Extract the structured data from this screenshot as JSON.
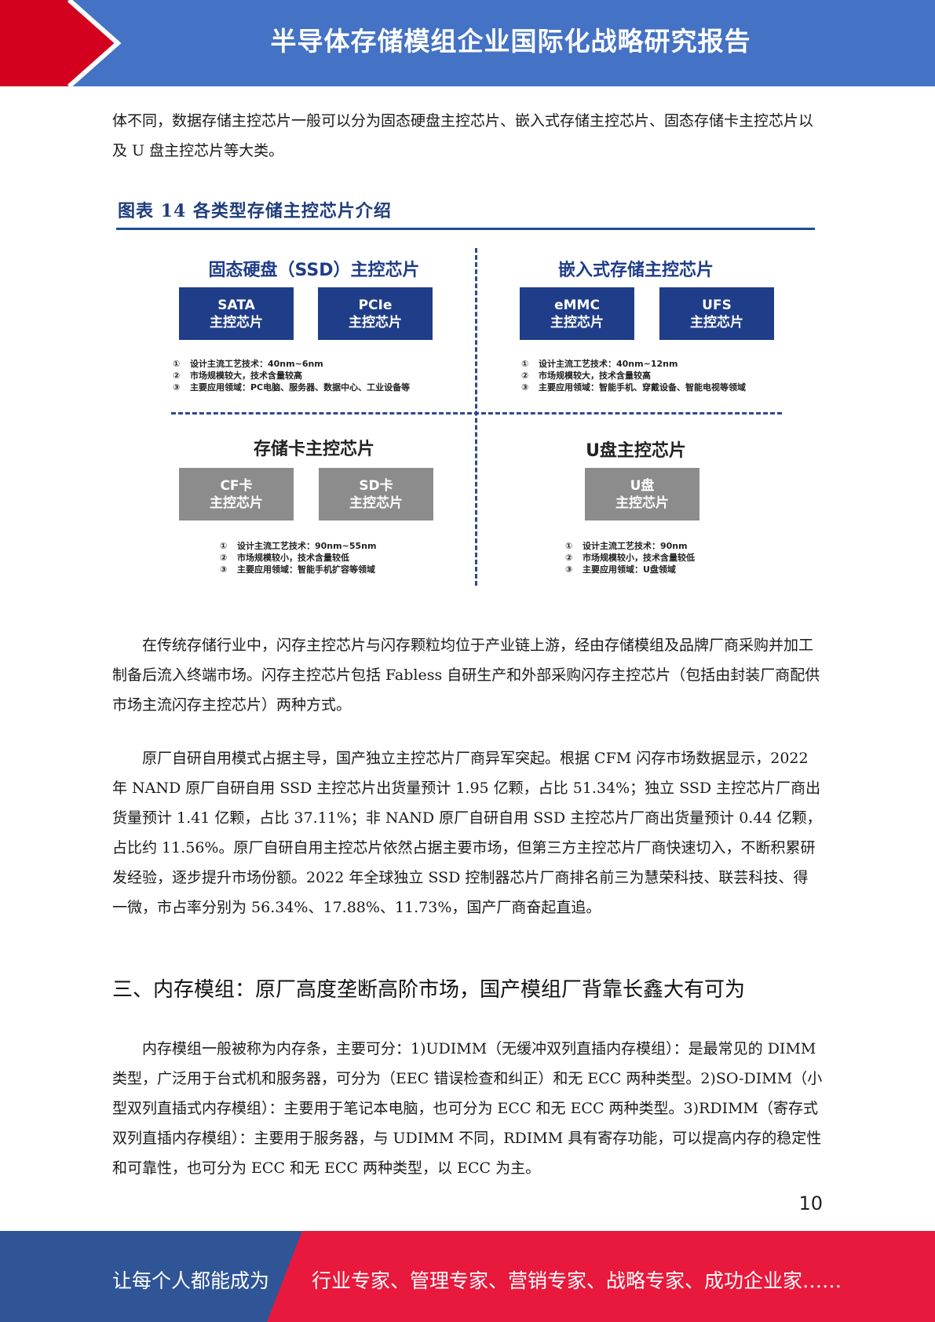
{
  "header": {
    "title": "半导体存储模组企业国际化战略研究报告"
  },
  "paragraphs": {
    "intro": "体不同，数据存储主控芯片一般可以分为固态硬盘主控芯片、嵌入式存储主控芯片、固态存储卡主控芯片以及 U 盘主控芯片等大类。",
    "p1": "在传统存储行业中，闪存主控芯片与闪存颗粒均位于产业链上游，经由存储模组及品牌厂商采购并加工制备后流入终端市场。闪存主控芯片包括 Fabless 自研生产和外部采购闪存主控芯片（包括由封装厂商配供市场主流闪存主控芯片）两种方式。",
    "p2": "原厂自研自用模式占据主导，国产独立主控芯片厂商异军突起。根据 CFM 闪存市场数据显示，2022 年 NAND 原厂自研自用 SSD 主控芯片出货量预计 1.95 亿颗，占比 51.34%；独立 SSD 主控芯片厂商出货量预计 1.41 亿颗，占比 37.11%；非 NAND 原厂自研自用 SSD 主控芯片厂商出货量预计 0.44 亿颗，占比约 11.56%。原厂自研自用主控芯片依然占据主要市场，但第三方主控芯片厂商快速切入，不断积累研发经验，逐步提升市场份额。2022 年全球独立 SSD 控制器芯片厂商排名前三为慧荣科技、联芸科技、得一微，市占率分别为 56.34%、17.88%、11.73%，国产厂商奋起直追。",
    "p3": "内存模组一般被称为内存条，主要可分：1)UDIMM（无缓冲双列直插内存模组）：是最常见的 DIMM 类型，广泛用于台式机和服务器，可分为（EEC 错误检查和纠正）和无 ECC 两种类型。2)SO-DIMM（小型双列直插式内存模组）：主要用于笔记本电脑，也可分为 ECC 和无 ECC 两种类型。3)RDIMM（寄存式双列直插内存模组）：主要用于服务器，与 UDIMM 不同，RDIMM 具有寄存功能，可以提高内存的稳定性和可靠性，也可分为 ECC 和无 ECC 两种类型，以 ECC 为主。"
  },
  "figure": {
    "caption": "图表 14   各类型存储主控芯片介绍",
    "quadrants": [
      {
        "title": "固态硬盘（SSD）主控芯片",
        "chips": [
          {
            "line1": "SATA",
            "line2": "主控芯片"
          },
          {
            "line1": "PCIe",
            "line2": "主控芯片"
          }
        ],
        "notes": [
          {
            "num": "①",
            "text": "设计主流工艺技术：40nm~6nm"
          },
          {
            "num": "②",
            "text": "市场规模较大，技术含量较高"
          },
          {
            "num": "③",
            "text": "主要应用领域：PC电脑、服务器、数据中心、工业设备等"
          }
        ]
      },
      {
        "title": "嵌入式存储主控芯片",
        "chips": [
          {
            "line1": "eMMC",
            "line2": "主控芯片"
          },
          {
            "line1": "UFS",
            "line2": "主控芯片"
          }
        ],
        "notes": [
          {
            "num": "①",
            "text": "设计主流工艺技术：40nm~12nm"
          },
          {
            "num": "②",
            "text": "市场规模较大，技术含量较高"
          },
          {
            "num": "③",
            "text": "主要应用领域：智能手机、穿戴设备、智能电视等领域"
          }
        ]
      },
      {
        "title": "存储卡主控芯片",
        "chips": [
          {
            "line1": "CF卡",
            "line2": "主控芯片"
          },
          {
            "line1": "SD卡",
            "line2": "主控芯片"
          }
        ],
        "notes": [
          {
            "num": "①",
            "text": "设计主流工艺技术：90nm~55nm"
          },
          {
            "num": "②",
            "text": "市场规模较小，技术含量较低"
          },
          {
            "num": "③",
            "text": "主要应用领域：智能手机扩容等领域"
          }
        ]
      },
      {
        "title": "U盘主控芯片",
        "chips": [
          {
            "line1": "U盘",
            "line2": "主控芯片"
          }
        ],
        "notes": [
          {
            "num": "①",
            "text": "设计主流工艺技术：90nm"
          },
          {
            "num": "②",
            "text": "市场规模较小，技术含量较低"
          },
          {
            "num": "③",
            "text": "主要应用领域：U盘领域"
          }
        ]
      }
    ]
  },
  "section": {
    "title": "三、内存模组：原厂高度垄断高阶市场，国产模组厂背靠长鑫大有可为"
  },
  "page_number": "10",
  "footer": {
    "left": "让每个人都能成为",
    "right": "行业专家、管理专家、营销专家、战略专家、成功企业家……"
  },
  "colors": {
    "header_blue": "#4472c4",
    "accent_red": "#d4001f",
    "chip_blue": "#1f3d88",
    "chip_gray": "#8c8c8c",
    "footer_blue": "#2f5597",
    "footer_red": "#e8193c"
  }
}
